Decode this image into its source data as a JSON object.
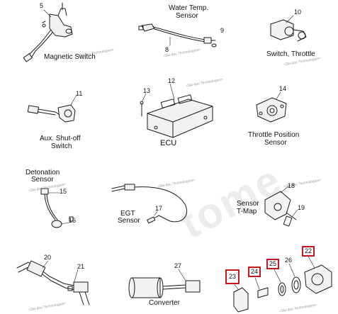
{
  "labels": {
    "magnetic_switch": "Magnetic Switch",
    "water_temp_sensor_1": "Water Temp.",
    "water_temp_sensor_2": "Sensor",
    "switch_throttle": "Switch, Throttle",
    "aux_shutoff_1": "Aux. Shut-off",
    "aux_shutoff_2": "Switch",
    "ecu": "ECU",
    "throttle_position_1": "Throttle Position",
    "throttle_position_2": "Sensor",
    "detonation_1": "Detonation",
    "detonation_2": "Sensor",
    "egt_1": "EGT",
    "egt_2": "Sensor",
    "sensor_tmap_1": "Sensor",
    "sensor_tmap_2": "T-Map",
    "converter": "Converter"
  },
  "callouts": {
    "n5": "5",
    "n8": "8",
    "n9": "9",
    "n10": "10",
    "n11": "11",
    "n12": "12",
    "n13": "13",
    "n14": "14",
    "n15": "15",
    "n16": "16",
    "n17": "17",
    "n18": "18",
    "n19": "19",
    "n20": "20",
    "n21": "21",
    "n22": "22",
    "n23": "23",
    "n24": "24",
    "n25": "25",
    "n26": "26",
    "n27": "27"
  },
  "watermark": {
    "small": "<Ski-doo Technologies>",
    "large": "tome"
  },
  "colors": {
    "line": "#1a1a1a",
    "highlight": "#c4161c",
    "part_fill": "#f2f2f2"
  }
}
